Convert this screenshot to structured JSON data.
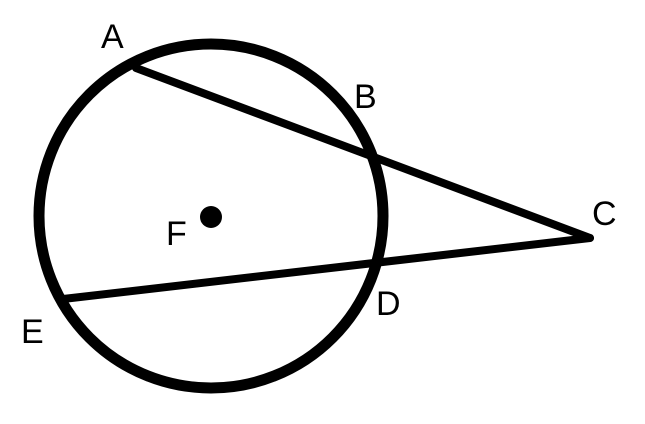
{
  "diagram": {
    "stroke_color": "#000000",
    "background_color": "#ffffff",
    "labels": {
      "A": "A",
      "B": "B",
      "C": "C",
      "D": "D",
      "E": "E",
      "F": "F"
    }
  }
}
